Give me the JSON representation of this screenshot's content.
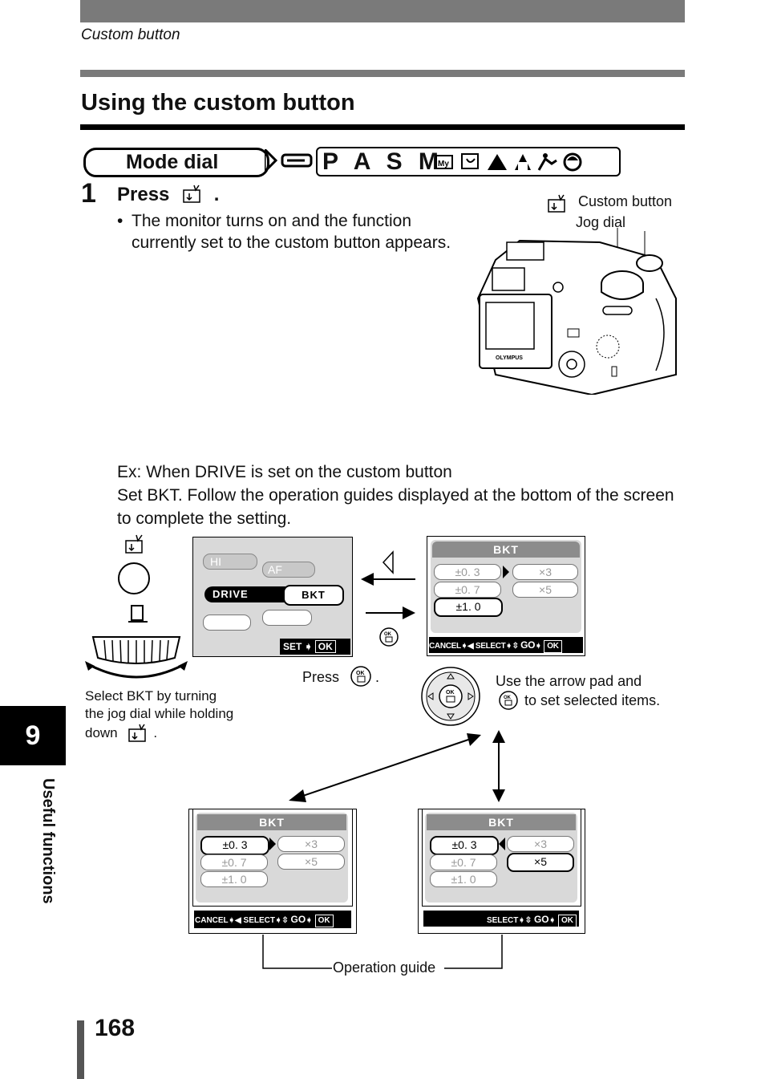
{
  "header": {
    "running_title": "Custom button"
  },
  "section": {
    "title": "Using the custom button"
  },
  "mode_dial": {
    "label": "Mode dial",
    "modes": "P A S M"
  },
  "step1": {
    "number": "1",
    "press_label": "Press",
    "press_tail": ".",
    "bullet": "The monitor turns on and the function currently set to the custom button appears."
  },
  "camera_labels": {
    "custom_button": "Custom button",
    "jog_dial": "Jog dial"
  },
  "example": {
    "line1": "Ex: When DRIVE is set on the custom button",
    "line2": "Set BKT. Follow the operation guides displayed at the bottom of the screen to complete the setting."
  },
  "screen1": {
    "hi": "HI",
    "af": "AF",
    "drive": "DRIVE",
    "bkt": "BKT",
    "set": "SET",
    "ok": "OK"
  },
  "screen_bkt": {
    "title": "BKT",
    "step_a": "±0. 3",
    "step_b": "±0. 7",
    "step_c": "±1. 0",
    "count_a": "×3",
    "count_b": "×5",
    "cancel": "CANCEL",
    "select": "SELECT",
    "go": "GO",
    "ok": "OK"
  },
  "captions": {
    "press": "Press",
    "press_tail": ".",
    "jog_line1": "Select BKT by turning",
    "jog_line2": "the jog dial while holding",
    "jog_line3": "down",
    "jog_tail": ".",
    "arrow_line1": "Use the arrow pad and",
    "arrow_line2": "to set selected items.",
    "operation_guide": "Operation guide"
  },
  "chapter": {
    "number": "9",
    "name": "Useful functions"
  },
  "page": {
    "number": "168"
  }
}
